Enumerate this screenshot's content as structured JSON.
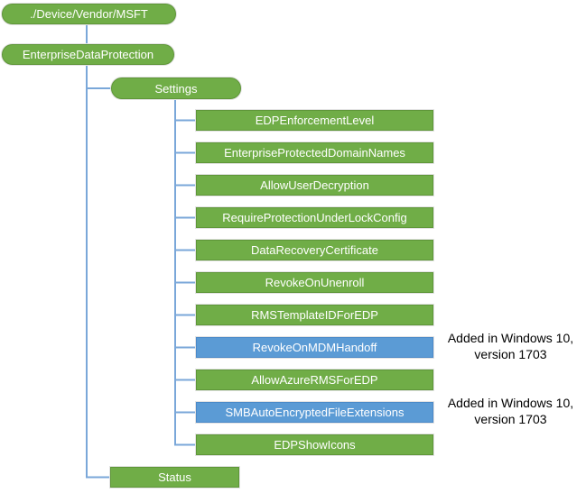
{
  "diagram": {
    "root": {
      "label": "./Device/Vendor/MSFT"
    },
    "provider": {
      "label": "EnterpriseDataProtection"
    },
    "settings": {
      "label": "Settings"
    },
    "status": {
      "label": "Status"
    },
    "children": [
      {
        "label": "EDPEnforcementLevel",
        "variant": "green"
      },
      {
        "label": "EnterpriseProtectedDomainNames",
        "variant": "green"
      },
      {
        "label": "AllowUserDecryption",
        "variant": "green"
      },
      {
        "label": "RequireProtectionUnderLockConfig",
        "variant": "green"
      },
      {
        "label": "DataRecoveryCertificate",
        "variant": "green"
      },
      {
        "label": "RevokeOnUnenroll",
        "variant": "green"
      },
      {
        "label": "RMSTemplateIDForEDP",
        "variant": "green"
      },
      {
        "label": "RevokeOnMDMHandoff",
        "variant": "blue"
      },
      {
        "label": "AllowAzureRMSForEDP",
        "variant": "green"
      },
      {
        "label": "SMBAutoEncryptedFileExtensions",
        "variant": "blue"
      },
      {
        "label": "EDPShowIcons",
        "variant": "green"
      }
    ],
    "annotations": [
      {
        "line1": "Added in Windows 10,",
        "line2": "version 1703"
      },
      {
        "line1": "Added in Windows 10,",
        "line2": "version 1703"
      }
    ],
    "colors": {
      "green": "#70AD47",
      "green_border": "#5E9638",
      "blue": "#5B9BD5",
      "blue_border": "#4A89C8",
      "connector": "#7AA7D9",
      "annotation_text": "#000000"
    }
  }
}
